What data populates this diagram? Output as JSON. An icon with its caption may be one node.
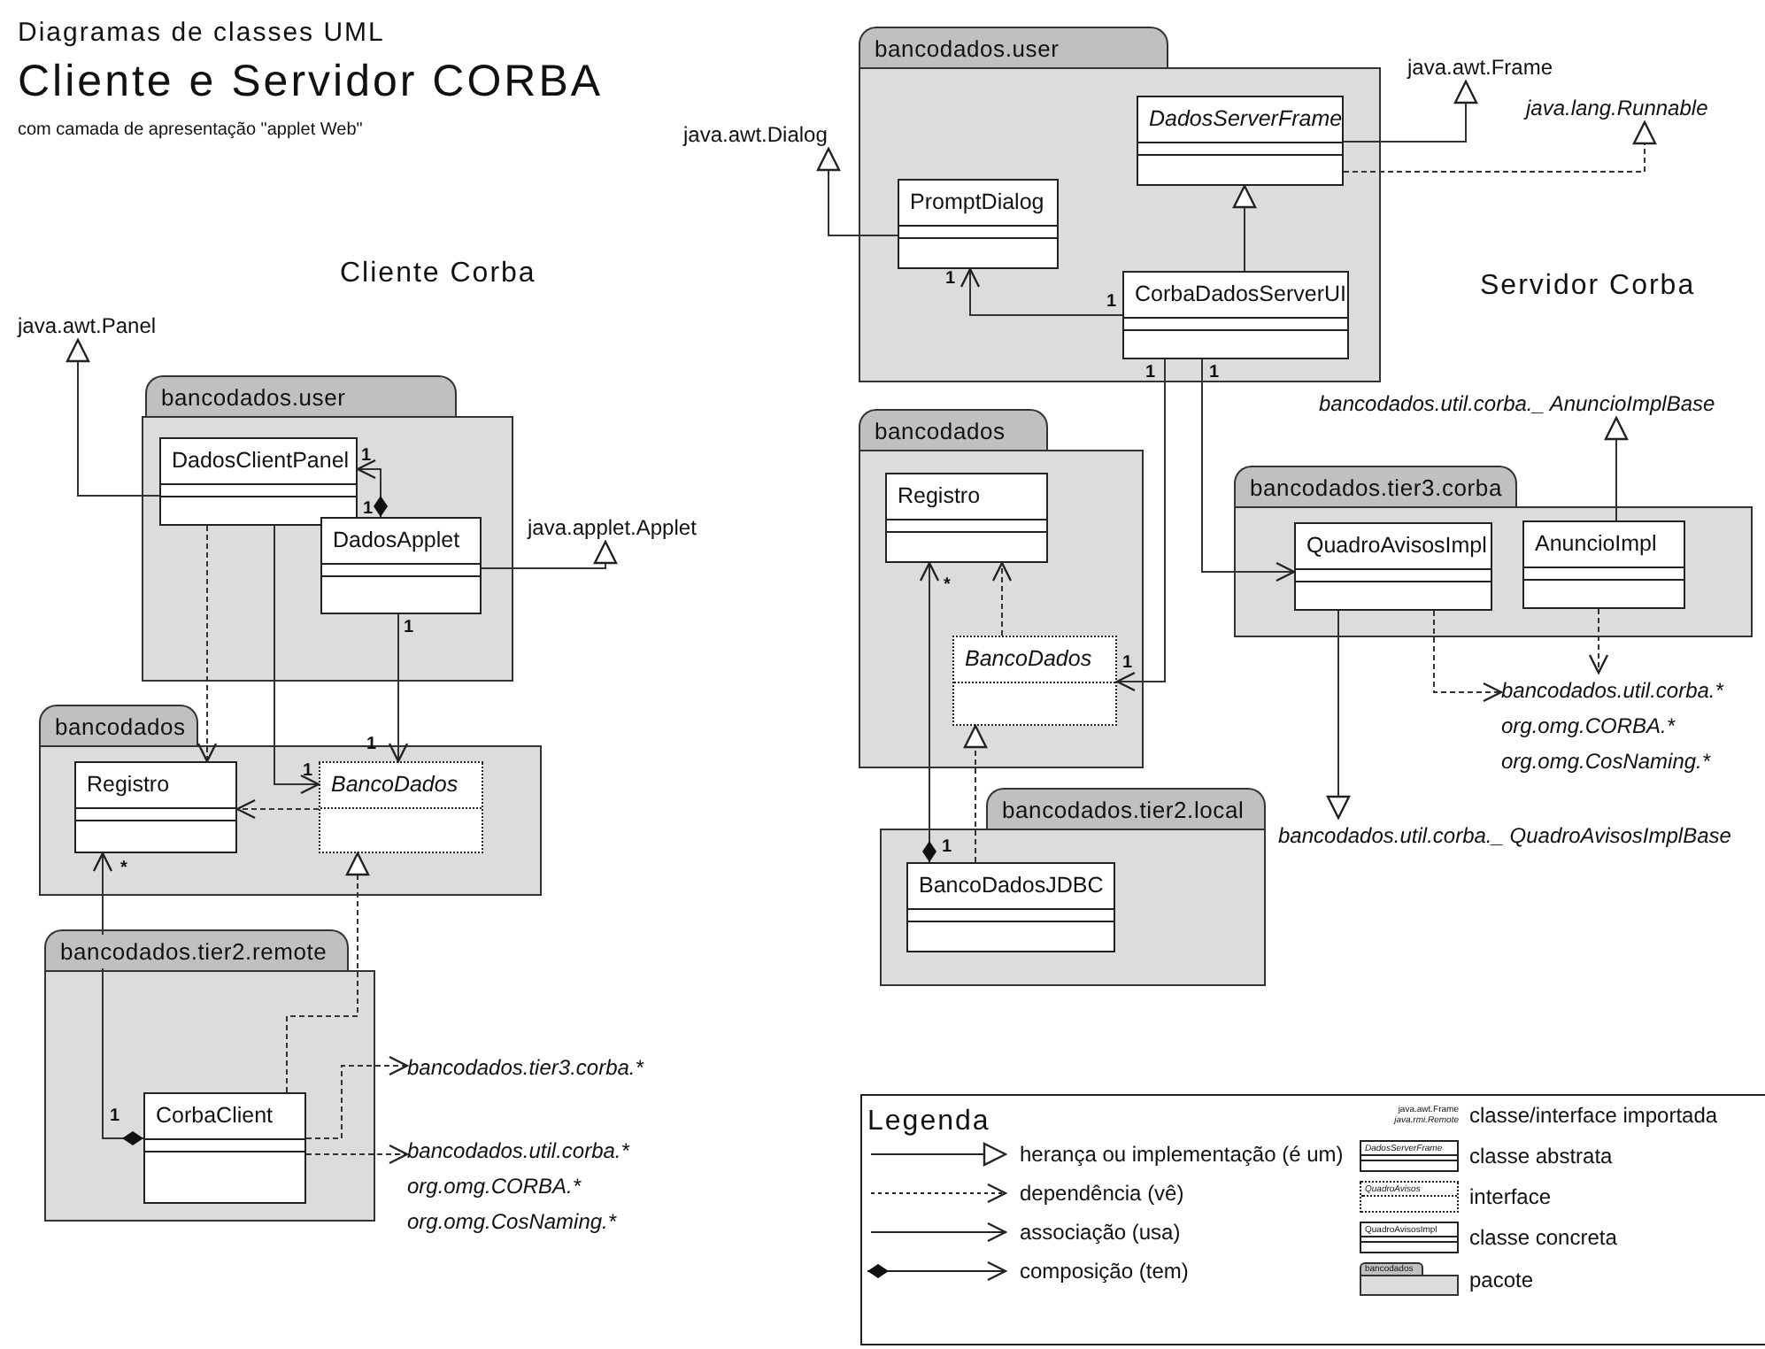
{
  "diagram": {
    "title": "Cliente e Servidor CORBA",
    "nodes": [
      {
        "text": [
          "java.awt.Panel"
        ]
      },
      {
        "text": [
          "bancodados.user"
        ]
      },
      {
        "text": [
          "DadosClientPanel"
        ],
        "in": 1
      },
      {
        "text": [
          "DadosApplet"
        ],
        "in": 1
      },
      {
        "text": [
          "java.applet.Applet"
        ]
      },
      {
        "text": [
          "bancodados"
        ]
      },
      {
        "text": [
          "Registro"
        ],
        "in": 5
      },
      {
        "text": [
          "BancoDados"
        ],
        "in": 5
      },
      {
        "text": [
          "bancodados.tier2.remote"
        ]
      },
      {
        "text": [
          "CorbaClient"
        ],
        "in": 8
      },
      {
        "text": [
          "bancodados.tier3.corba.*"
        ]
      },
      {
        "text": [
          "bancodados.util.corba.*",
          "org.omg.CORBA.*",
          "org.omg.CosNaming.*"
        ]
      },
      {
        "text": [
          "bancodados.user"
        ]
      },
      {
        "text": [
          "java.awt.Dialog"
        ]
      },
      {
        "text": [
          "PromptDialog"
        ],
        "in": 12
      },
      {
        "text": [
          "DadosServerFrame"
        ],
        "in": 12
      },
      {
        "text": [
          "CorbaDadosServerUI"
        ],
        "in": 12
      },
      {
        "text": [
          "java.awt.Frame"
        ]
      },
      {
        "text": [
          "java.lang.Runnable"
        ]
      },
      {
        "text": [
          "bancodados"
        ]
      },
      {
        "text": [
          "Registro"
        ],
        "in": 19
      },
      {
        "text": [
          "BancoDados"
        ],
        "in": 19
      },
      {
        "text": [
          "bancodados.tier2.local"
        ]
      },
      {
        "text": [
          "BancoDadosJDBC"
        ],
        "in": 22
      },
      {
        "text": [
          "bancodados.util.corba._ AnuncioImplBase"
        ]
      },
      {
        "text": [
          "bancodados.tier3.corba"
        ]
      },
      {
        "text": [
          "QuadroAvisosImpl"
        ],
        "in": 25
      },
      {
        "text": [
          "AnuncioImpl"
        ],
        "in": 25
      },
      {
        "text": [
          "bancodados.util.corba.*",
          "org.omg.CORBA.*",
          "org.omg.CosNaming.*"
        ]
      },
      {
        "text": [
          "bancodados.util.corba._ QuadroAvisosImplBase"
        ]
      }
    ],
    "edges": [
      {
        "from": 2,
        "to": 0,
        "arrow": "to"
      },
      {
        "from": 3,
        "to": 2,
        "arrow": "to"
      },
      {
        "from": 3,
        "to": 4,
        "arrow": "to"
      },
      {
        "from": 2,
        "to": 6,
        "arrow": "to",
        "style": "dashed"
      },
      {
        "from": 2,
        "to": 7,
        "arrow": "to"
      },
      {
        "from": 3,
        "to": 7,
        "arrow": "to"
      },
      {
        "from": 7,
        "to": 6,
        "arrow": "to",
        "style": "dashed"
      },
      {
        "from": 9,
        "to": 6,
        "arrow": "to"
      },
      {
        "from": 9,
        "to": 7,
        "arrow": "to",
        "style": "dashed"
      },
      {
        "from": 9,
        "to": 10,
        "arrow": "to",
        "style": "dashed"
      },
      {
        "from": 9,
        "to": 11,
        "arrow": "to",
        "style": "dashed"
      },
      {
        "from": 14,
        "to": 13,
        "arrow": "to"
      },
      {
        "from": 16,
        "to": 14,
        "arrow": "to"
      },
      {
        "from": 16,
        "to": 15,
        "arrow": "to"
      },
      {
        "from": 15,
        "to": 17,
        "arrow": "to"
      },
      {
        "from": 15,
        "to": 18,
        "arrow": "to",
        "style": "dashed"
      },
      {
        "from": 16,
        "to": 21,
        "arrow": "to"
      },
      {
        "from": 16,
        "to": 26,
        "arrow": "to"
      },
      {
        "from": 21,
        "to": 20,
        "arrow": "to",
        "style": "dashed"
      },
      {
        "from": 23,
        "to": 21,
        "arrow": "to",
        "style": "dashed"
      },
      {
        "from": 23,
        "to": 20,
        "arrow": "to"
      },
      {
        "from": 27,
        "to": 24,
        "arrow": "to"
      },
      {
        "from": 26,
        "to": 28,
        "arrow": "to",
        "style": "dashed"
      },
      {
        "from": 27,
        "to": 28,
        "arrow": "to",
        "style": "dashed"
      },
      {
        "from": 26,
        "to": 29,
        "arrow": "to"
      }
    ],
    "labels": [
      "Diagramas de classes UML",
      "com camada de apresentação \"applet Web\"",
      "Cliente Corba",
      "Servidor Corba",
      "1",
      "1",
      "1",
      "1",
      "1",
      "*",
      "1",
      "1",
      "1",
      "1",
      "1",
      "1",
      "*",
      "1",
      "Legenda",
      "java.awt.Frame",
      "java.rmi.Remote",
      "DadosServerFrame",
      "QuadroAvisos",
      "QuadroAvisosImpl",
      "bancodados"
    ],
    "legend": [
      {
        "text": "herança ou implementação (é um)"
      },
      {
        "text": "dependência (vê)"
      },
      {
        "text": "associação (usa)"
      },
      {
        "text": "composição (tem)"
      },
      {
        "text": "classe/interface importada"
      },
      {
        "text": "classe abstrata"
      },
      {
        "text": "interface"
      },
      {
        "text": "classe concreta"
      },
      {
        "text": "pacote"
      }
    ]
  }
}
